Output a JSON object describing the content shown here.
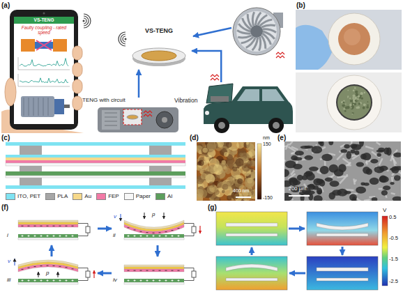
{
  "diagram": {
    "nodes": [
      {
        "text": [
          "VS-TENG",
          "Faulty coupling - rated speed"
        ]
      },
      {
        "text": [
          "VS-TENG"
        ]
      },
      {
        "text": [
          "TENG with circuit"
        ]
      },
      {
        "text": [
          "Vibration"
        ]
      },
      {
        "text": [
          "i"
        ]
      },
      {
        "text": [
          "ii",
          "v",
          "p"
        ]
      },
      {
        "text": [
          "iii",
          "v",
          "p"
        ]
      },
      {
        "text": [
          "iv"
        ]
      }
    ],
    "edges": [
      {
        "from": 2,
        "to": 1,
        "arrow": "to"
      },
      {
        "from": 3,
        "to": 1,
        "arrow": "to"
      },
      {
        "from": 4,
        "to": 5,
        "arrow": "to"
      },
      {
        "from": 5,
        "to": 7,
        "arrow": "to"
      },
      {
        "from": 7,
        "to": 6,
        "arrow": "to"
      },
      {
        "from": 6,
        "to": 4,
        "arrow": "to"
      }
    ],
    "labels": [
      "(a)",
      "(b)",
      "(c)",
      "(d)",
      "(e)",
      "(f)",
      "(g)",
      "400 nm",
      "nm",
      "150",
      "-150",
      "200 μm",
      "V",
      "0.5",
      "-0.5",
      "-1.5",
      "-2.5"
    ],
    "legend": [
      {
        "text": "ITO, PET",
        "color": "#7fe3f2"
      },
      {
        "text": "PLA",
        "color": "#a6a6a6"
      },
      {
        "text": "Au",
        "color": "#f7d98b"
      },
      {
        "text": "FEP",
        "color": "#f27aa6"
      },
      {
        "text": "Paper",
        "color": "#f7f7f7"
      },
      {
        "text": "Al",
        "color": "#5c9e5c"
      }
    ]
  }
}
